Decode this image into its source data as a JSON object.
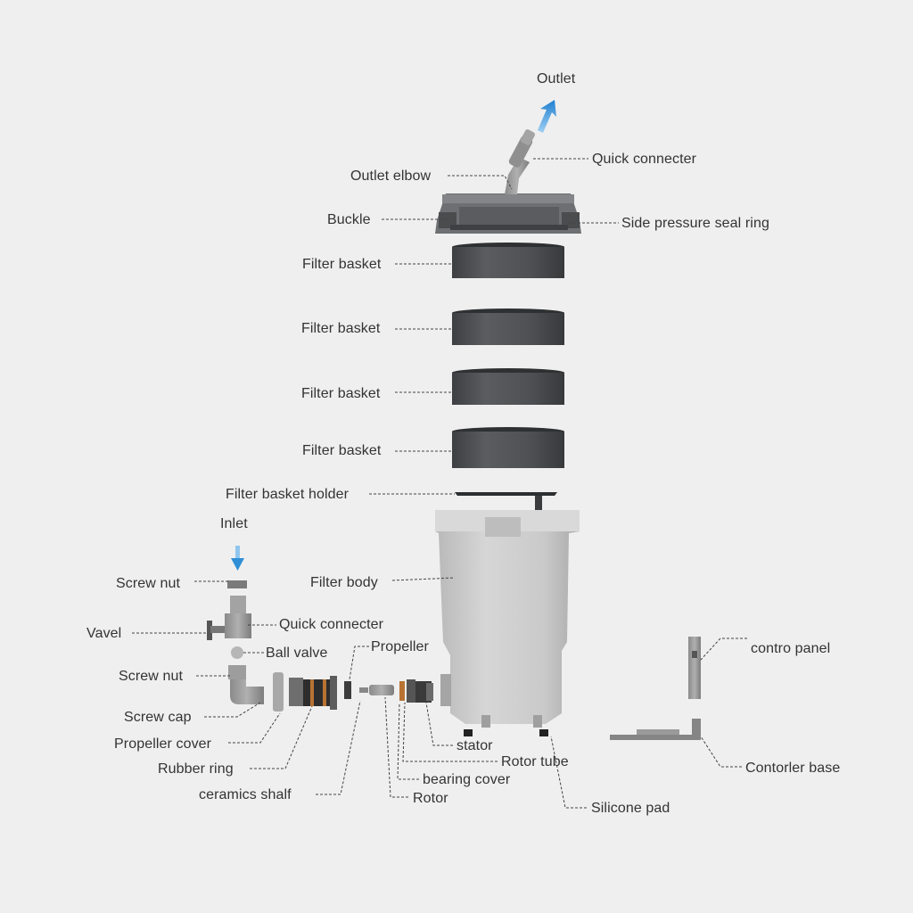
{
  "diagram": {
    "labels": {
      "outlet": "Outlet",
      "quick_connecter_top": "Quick connecter",
      "outlet_elbow": "Outlet elbow",
      "buckle": "Buckle",
      "side_pressure_seal_ring": "Side pressure seal ring",
      "filter_basket_1": "Filter basket",
      "filter_basket_2": "Filter basket",
      "filter_basket_3": "Filter basket",
      "filter_basket_4": "Filter basket",
      "filter_basket_holder": "Filter basket holder",
      "inlet": "Inlet",
      "filter_body": "Filter body",
      "screw_nut_top": "Screw nut",
      "vavel": "Vavel",
      "quick_connecter_inlet": "Quick connecter",
      "ball_valve": "Ball valve",
      "propeller": "Propeller",
      "screw_nut_bottom": "Screw nut",
      "screw_cap": "Screw cap",
      "propeller_cover": "Propeller cover",
      "rubber_ring": "Rubber ring",
      "ceramics_shalf": "ceramics shalf",
      "rotor": "Rotor",
      "bearing_cover": "bearing cover",
      "rotor_tube": "Rotor tube",
      "stator": "stator",
      "silicone_pad": "Silicone pad",
      "contro_panel": "contro panel",
      "contorler_base": "Contorler base"
    },
    "colors": {
      "background": "#efefef",
      "basket_dark": "#4a4c4f",
      "body_light": "#c9c9c9",
      "arrow_blue": "#2f8fd6"
    }
  }
}
